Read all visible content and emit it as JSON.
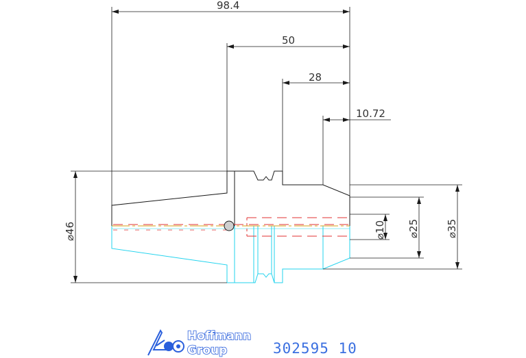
{
  "drawing": {
    "dimensions": {
      "overall_length": "98.4",
      "flange_to_end": "50",
      "collar_to_end": "28",
      "shank_length": "10.72",
      "bore_diameter": "⌀10",
      "shank_diameter": "⌀25",
      "collar_diameter": "⌀35",
      "flange_diameter": "⌀46"
    },
    "colors": {
      "outline": "#1a1a1a",
      "lower_half": "#22d3ee",
      "dimension": "#1a1a1a",
      "hidden_line": "#e03030",
      "centerline": "#d4a017",
      "logo": "#2a5fdc"
    }
  },
  "title_block": {
    "logo_line1": "Hoffmann",
    "logo_line2": "Group",
    "part_number": "302595 10"
  }
}
